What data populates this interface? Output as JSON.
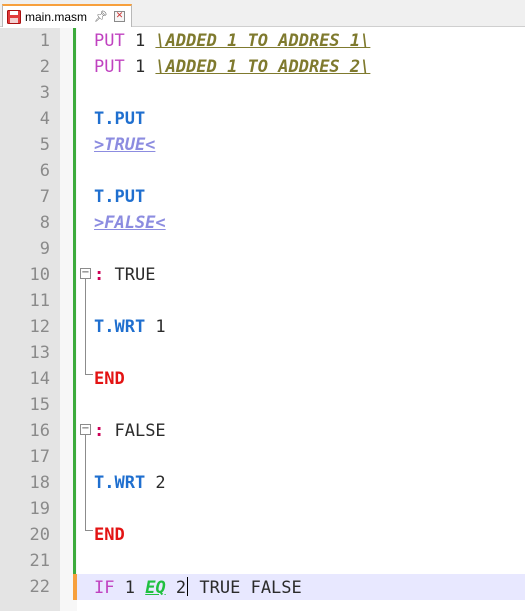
{
  "tab": {
    "label": "main.masm",
    "save_icon": "floppy-disk-icon",
    "pin_icon": "pin-icon",
    "close_icon": "close-icon",
    "accent": "#f7a03d"
  },
  "editor": {
    "lines": [
      {
        "num": "1",
        "tokens": [
          {
            "t": "PUT",
            "c": "kw-put"
          },
          {
            "t": " 1 ",
            "c": ""
          },
          {
            "t": "\\ADDED 1 TO ADDRES 1\\",
            "c": "comment"
          }
        ]
      },
      {
        "num": "2",
        "tokens": [
          {
            "t": "PUT",
            "c": "kw-put"
          },
          {
            "t": " 1 ",
            "c": ""
          },
          {
            "t": "\\ADDED 1 TO ADDRES 2\\",
            "c": "comment"
          }
        ]
      },
      {
        "num": "3",
        "tokens": []
      },
      {
        "num": "4",
        "tokens": [
          {
            "t": "T.PUT",
            "c": "blue"
          }
        ]
      },
      {
        "num": "5",
        "tokens": [
          {
            "t": ">TRUE<",
            "c": "str"
          }
        ]
      },
      {
        "num": "6",
        "tokens": []
      },
      {
        "num": "7",
        "tokens": [
          {
            "t": "T.PUT",
            "c": "blue"
          }
        ]
      },
      {
        "num": "8",
        "tokens": [
          {
            "t": ">FALSE<",
            "c": "str"
          }
        ]
      },
      {
        "num": "9",
        "tokens": []
      },
      {
        "num": "10",
        "tokens": [
          {
            "t": ":",
            "c": "label-colon"
          },
          {
            "t": " TRUE",
            "c": ""
          }
        ]
      },
      {
        "num": "11",
        "tokens": []
      },
      {
        "num": "12",
        "tokens": [
          {
            "t": "T.WRT",
            "c": "blue"
          },
          {
            "t": " 1",
            "c": ""
          }
        ]
      },
      {
        "num": "13",
        "tokens": []
      },
      {
        "num": "14",
        "tokens": [
          {
            "t": "END",
            "c": "red"
          }
        ]
      },
      {
        "num": "15",
        "tokens": []
      },
      {
        "num": "16",
        "tokens": [
          {
            "t": ":",
            "c": "label-colon"
          },
          {
            "t": " FALSE",
            "c": ""
          }
        ]
      },
      {
        "num": "17",
        "tokens": []
      },
      {
        "num": "18",
        "tokens": [
          {
            "t": "T.WRT",
            "c": "blue"
          },
          {
            "t": " 2",
            "c": ""
          }
        ]
      },
      {
        "num": "19",
        "tokens": []
      },
      {
        "num": "20",
        "tokens": [
          {
            "t": "END",
            "c": "red"
          }
        ]
      },
      {
        "num": "21",
        "tokens": []
      },
      {
        "num": "22",
        "tokens": [
          {
            "t": "IF",
            "c": "kw-if"
          },
          {
            "t": " 1 ",
            "c": ""
          },
          {
            "t": "EQ",
            "c": "eq"
          },
          {
            "t": " 2",
            "c": ""
          },
          {
            "t": "|caret|",
            "c": "caret"
          },
          {
            "t": " TRUE FALSE",
            "c": ""
          }
        ]
      }
    ],
    "current_line": "22",
    "colors": {
      "line_number": "#8a8a8a",
      "gutter_bg": "#e4e4e4",
      "changed_line_bar": "#3cab3c",
      "current_line_bg": "#e8e8ff"
    }
  }
}
